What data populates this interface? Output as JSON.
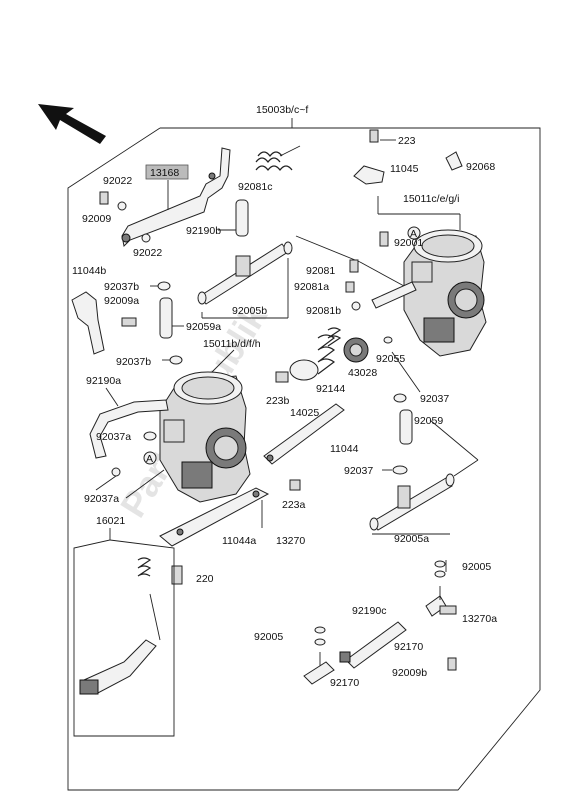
{
  "labels": {
    "assy": "15003b/c~f",
    "p223": "223",
    "p11045": "11045",
    "p92068": "92068",
    "p13168": "13168",
    "p92022a": "92022",
    "p92009": "92009",
    "p92022b": "92022",
    "p92081c": "92081c",
    "p15011c": "15011c/e/g/i",
    "p92190b": "92190b",
    "p92001": "92001",
    "p11044b": "11044b",
    "p92037b_top": "92037b",
    "p92009a": "92009a",
    "p92081": "92081",
    "p92081a": "92081a",
    "p92005b": "92005b",
    "p92081b": "92081b",
    "p92059a": "92059a",
    "p92037b": "92037b",
    "p15011b": "15011b/d/f/h",
    "p92055": "92055",
    "p43028": "43028",
    "p92144": "92144",
    "p92190a": "92190a",
    "p223b": "223b",
    "p92037_right": "92037",
    "p14025": "14025",
    "p92059": "92059",
    "p92037a_top": "92037a",
    "p11044": "11044",
    "p92037_mid": "92037",
    "p92037a": "92037a",
    "p223a": "223a",
    "p16021": "16021",
    "p92005a": "92005a",
    "p11044a": "11044a",
    "p13270": "13270",
    "p92005_right": "92005",
    "p220": "220",
    "p92190c": "92190c",
    "p13270a": "13270a",
    "p92005_low": "92005",
    "p92170_right": "92170",
    "p92170_low": "92170",
    "p92009b": "92009b",
    "marker_a": "A",
    "watermark": "PartsRepublik"
  },
  "icons": {
    "direction": "front-direction-arrow-icon"
  }
}
